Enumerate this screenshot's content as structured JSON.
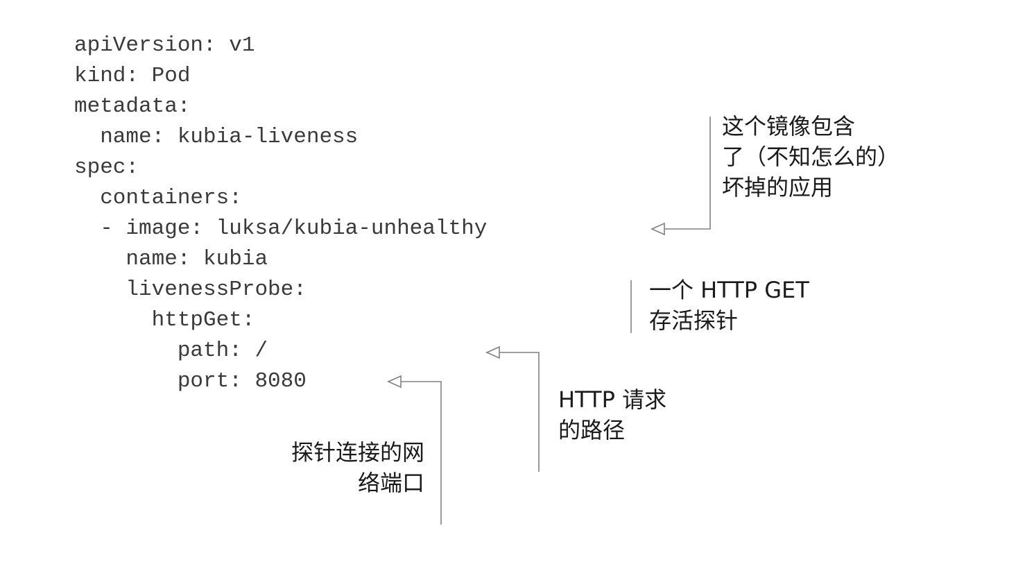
{
  "code_lines": [
    "apiVersion: v1",
    "kind: Pod",
    "metadata:",
    "  name: kubia-liveness",
    "spec:",
    "  containers:",
    "  - image: luksa/kubia-unhealthy",
    "    name: kubia",
    "    livenessProbe:",
    "      httpGet:",
    "        path: /",
    "        port: 8080"
  ],
  "annotations": {
    "image": [
      "这个镜像包含",
      "了（不知怎么的）",
      "坏掉的应用"
    ],
    "probe": [
      "一个 HTTP GET",
      "存活探针"
    ],
    "path": [
      "HTTP 请求",
      "的路径"
    ],
    "port": [
      "探针连接的网",
      "络端口"
    ]
  },
  "colors": {
    "code_text": "#3a3a3a",
    "annotation_text": "#1a1a1a",
    "connector": "#808080",
    "background": "#ffffff"
  }
}
